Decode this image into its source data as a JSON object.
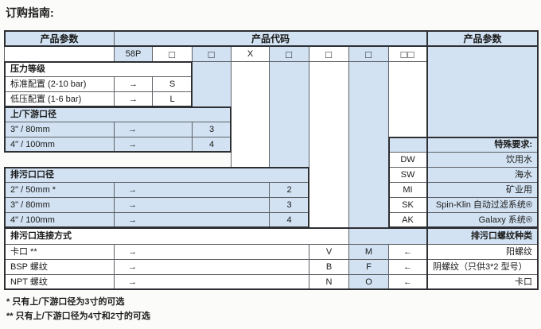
{
  "title": "订购指南:",
  "headers": {
    "left_params": "产品参数",
    "code": "产品代码",
    "right_params": "产品参数"
  },
  "code_row": {
    "prefix": "58P",
    "box": "□",
    "box2": "□□",
    "x": "X"
  },
  "arrows": {
    "right": "→",
    "left": "←"
  },
  "sections": {
    "pressure": {
      "header": "压力等级",
      "rows": [
        {
          "label": "标准配置 (2-10 bar)",
          "code": "S"
        },
        {
          "label": "低压配置 (1-6 bar)",
          "code": "L"
        }
      ]
    },
    "updown": {
      "header": "上/下游口径",
      "rows": [
        {
          "label": "3\" / 80mm",
          "code": "3"
        },
        {
          "label": "4\" / 100mm",
          "code": "4"
        }
      ]
    },
    "drain_size": {
      "header": "排污口口径",
      "rows": [
        {
          "label": "2\" / 50mm *",
          "code": "2"
        },
        {
          "label": "3\" / 80mm",
          "code": "3"
        },
        {
          "label": "4\" / 100mm",
          "code": "4"
        }
      ]
    },
    "drain_conn": {
      "header": "排污口连接方式",
      "rows": [
        {
          "label": "卡口 **",
          "code": "V",
          "thread_code": "M",
          "thread_label": "阳螺纹"
        },
        {
          "label": "BSP 螺纹",
          "code": "B",
          "thread_code": "F",
          "thread_label": "阴螺纹（只供3*2 型号）"
        },
        {
          "label": "NPT 螺纹",
          "code": "N",
          "thread_code": "O",
          "thread_label": "卡口"
        }
      ]
    },
    "special": {
      "header": "特殊要求:",
      "rows": [
        {
          "code": "DW",
          "label": "饮用水"
        },
        {
          "code": "SW",
          "label": "海水"
        },
        {
          "code": "MI",
          "label": "矿业用"
        },
        {
          "code": "SK",
          "label": "Spin-Klin 自动过滤系统®"
        },
        {
          "code": "AK",
          "label": "Galaxy 系统®"
        }
      ]
    },
    "thread": {
      "header": "排污口螺纹种类"
    }
  },
  "footnotes": [
    "* 只有上/下游口径为3寸的可选",
    "** 只有上/下游口径为4寸和2寸的可选"
  ],
  "colors": {
    "cell_blue": "#d2e2f2",
    "border_thin": "#5d6166",
    "border_thick": "#2d2f33"
  }
}
